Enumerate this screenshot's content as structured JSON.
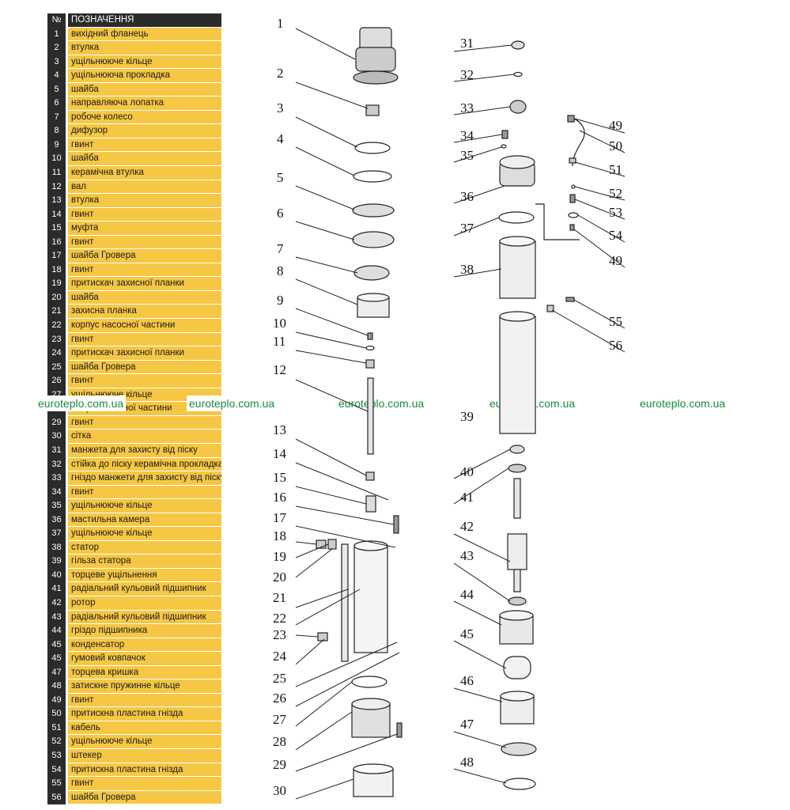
{
  "table": {
    "header": {
      "num": "№",
      "label": "ПОЗНАЧЕННЯ"
    },
    "rows": [
      {
        "num": "1",
        "label": "вихідний фланець"
      },
      {
        "num": "2",
        "label": "втулка"
      },
      {
        "num": "3",
        "label": "ущільнююче кільце"
      },
      {
        "num": "4",
        "label": "ущільнююча прокладка"
      },
      {
        "num": "5",
        "label": "шайба"
      },
      {
        "num": "6",
        "label": "направляюча лопатка"
      },
      {
        "num": "7",
        "label": "робоче колесо"
      },
      {
        "num": "8",
        "label": "дифузор"
      },
      {
        "num": "9",
        "label": "гвинт"
      },
      {
        "num": "10",
        "label": "шайба"
      },
      {
        "num": "11",
        "label": "керамічна втулка"
      },
      {
        "num": "12",
        "label": "вал"
      },
      {
        "num": "13",
        "label": "втулка"
      },
      {
        "num": "14",
        "label": "гвинт"
      },
      {
        "num": "15",
        "label": "муфта"
      },
      {
        "num": "16",
        "label": "гвинт"
      },
      {
        "num": "17",
        "label": "шайба Гровера"
      },
      {
        "num": "18",
        "label": "гвинт"
      },
      {
        "num": "19",
        "label": "притискач захисної планки"
      },
      {
        "num": "20",
        "label": "шайба"
      },
      {
        "num": "21",
        "label": "захисна планка"
      },
      {
        "num": "22",
        "label": "корпус насосної частини"
      },
      {
        "num": "23",
        "label": "гвинт"
      },
      {
        "num": "24",
        "label": "притискач захисної планки"
      },
      {
        "num": "25",
        "label": "шайба Гровера"
      },
      {
        "num": "26",
        "label": "гвинт"
      },
      {
        "num": "27",
        "label": "ущільнююче кільце"
      },
      {
        "num": "28",
        "label": "опора насосної частини"
      },
      {
        "num": "29",
        "label": "гвинт"
      },
      {
        "num": "30",
        "label": "сітка"
      },
      {
        "num": "31",
        "label": "манжета для захисту від піску"
      },
      {
        "num": "32",
        "label": "стійка до піску керамічна прокладка"
      },
      {
        "num": "33",
        "label": "гніздо манжети для захисту від піску"
      },
      {
        "num": "34",
        "label": "гвинт"
      },
      {
        "num": "35",
        "label": "ущільнююче кільце"
      },
      {
        "num": "36",
        "label": "мастильна камера"
      },
      {
        "num": "37",
        "label": "ущільнююче кільце"
      },
      {
        "num": "38",
        "label": "статор"
      },
      {
        "num": "39",
        "label": "гільза статора"
      },
      {
        "num": "40",
        "label": "торцеве ущільнення"
      },
      {
        "num": "41",
        "label": "радіальний кульовий підшипник"
      },
      {
        "num": "42",
        "label": "ротор"
      },
      {
        "num": "43",
        "label": "радіальний кульовий підшипник"
      },
      {
        "num": "44",
        "label": "гріздо підшипника"
      },
      {
        "num": "45",
        "label": "конденсатор"
      },
      {
        "num": "45",
        "label": "гумовий ковпачок"
      },
      {
        "num": "47",
        "label": "торцева кришка"
      },
      {
        "num": "48",
        "label": "затискне пружинне кільце"
      },
      {
        "num": "49",
        "label": "гвинт"
      },
      {
        "num": "50",
        "label": "притискна пластина гнізда"
      },
      {
        "num": "51",
        "label": "кабель"
      },
      {
        "num": "52",
        "label": "ущільнююче кільце"
      },
      {
        "num": "53",
        "label": "штекер"
      },
      {
        "num": "54",
        "label": "притискна пластина гнізда"
      },
      {
        "num": "55",
        "label": "гвинт"
      },
      {
        "num": "56",
        "label": "шайба Гровера"
      }
    ]
  },
  "watermark": "euroteplo.com.ua",
  "callouts_left": [
    "1",
    "2",
    "3",
    "4",
    "5",
    "6",
    "7",
    "8",
    "9",
    "10",
    "11",
    "12",
    "13",
    "14",
    "15",
    "16",
    "17",
    "18",
    "19",
    "20",
    "21",
    "22",
    "23",
    "24",
    "25",
    "26",
    "27",
    "28",
    "29",
    "30"
  ],
  "callouts_right": [
    "31",
    "32",
    "33",
    "34",
    "35",
    "36",
    "37",
    "38",
    "39",
    "40",
    "41",
    "42",
    "43",
    "44",
    "45",
    "46",
    "47",
    "48"
  ],
  "callouts_cable": [
    "49",
    "50",
    "51",
    "52",
    "53",
    "54",
    "49",
    "55",
    "56"
  ]
}
